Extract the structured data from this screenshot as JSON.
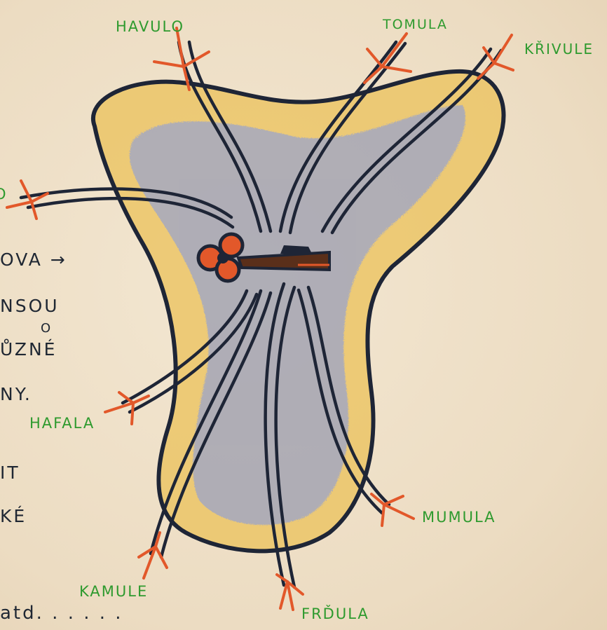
{
  "labels": {
    "havulo": "HAVULO",
    "tomula": "TOMULA",
    "krivule": "KŘIVULE",
    "hafala": "HAFALA",
    "mumula": "MUMULA",
    "kamule": "KAMULE",
    "frdula": "FRĎULA",
    "left_cut": "O"
  },
  "margin_lines": {
    "line1": "OVA →",
    "line2": "NSOU",
    "line3": "O",
    "line4": "ŮZNÉ",
    "line5": "NY.",
    "line6": "IT",
    "line7": "KÉ",
    "line8": "atd. . . . . ."
  },
  "colors": {
    "ink": "#1e2536",
    "label_green": "#2e9a2e",
    "orange": "#e2582a",
    "yellow": "#ecc25a",
    "blue": "#8f9fd8",
    "paper": "#efe2cc"
  }
}
